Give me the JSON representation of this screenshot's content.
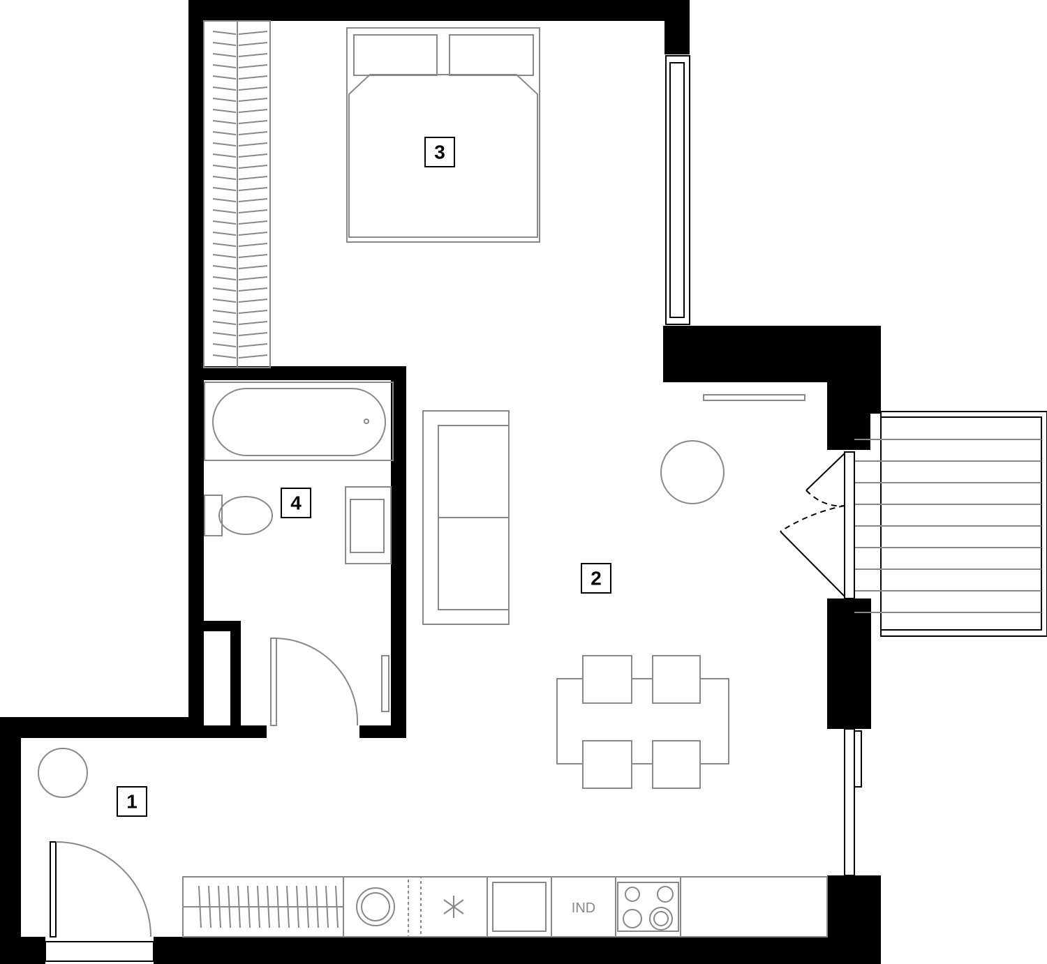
{
  "plan": {
    "rooms": [
      {
        "number": "1",
        "name": "hallway"
      },
      {
        "number": "2",
        "name": "living-kitchen"
      },
      {
        "number": "3",
        "name": "bedroom"
      },
      {
        "number": "4",
        "name": "bathroom"
      }
    ],
    "appliance_labels": {
      "induction": "IND"
    },
    "colors": {
      "wall": "#000000",
      "furniture": "#888888",
      "background": "#ffffff"
    }
  }
}
